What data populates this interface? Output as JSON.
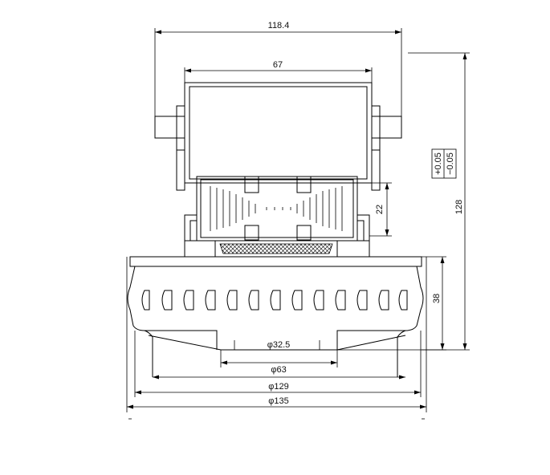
{
  "drawing": {
    "dimensions": {
      "width_overall": "118.4",
      "width_top": "67",
      "height_total": "128",
      "height_middle": "22",
      "height_fan": "38",
      "dia_inner": "φ32.5",
      "dia_63": "φ63",
      "dia_129": "φ129",
      "dia_135": "φ135"
    },
    "tolerance": {
      "upper": "+0.05",
      "lower": "−0.05"
    }
  }
}
